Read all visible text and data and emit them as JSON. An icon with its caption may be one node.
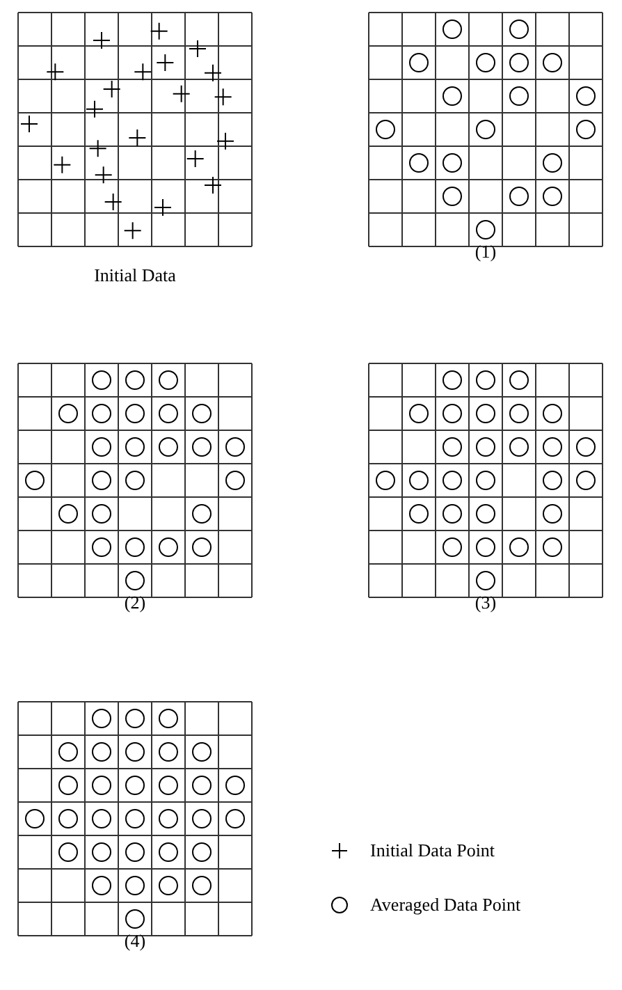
{
  "diagram": {
    "nodes": [
      {
        "text": [
          "Initial Data"
        ]
      },
      {
        "text": [
          "(1)"
        ]
      },
      {
        "text": [
          "(2)"
        ]
      },
      {
        "text": [
          "(3)"
        ]
      },
      {
        "text": [
          "(4)"
        ]
      }
    ],
    "legend": [
      {
        "text": "Initial Data Point"
      },
      {
        "text": "Averaged Data Point"
      }
    ]
  }
}
